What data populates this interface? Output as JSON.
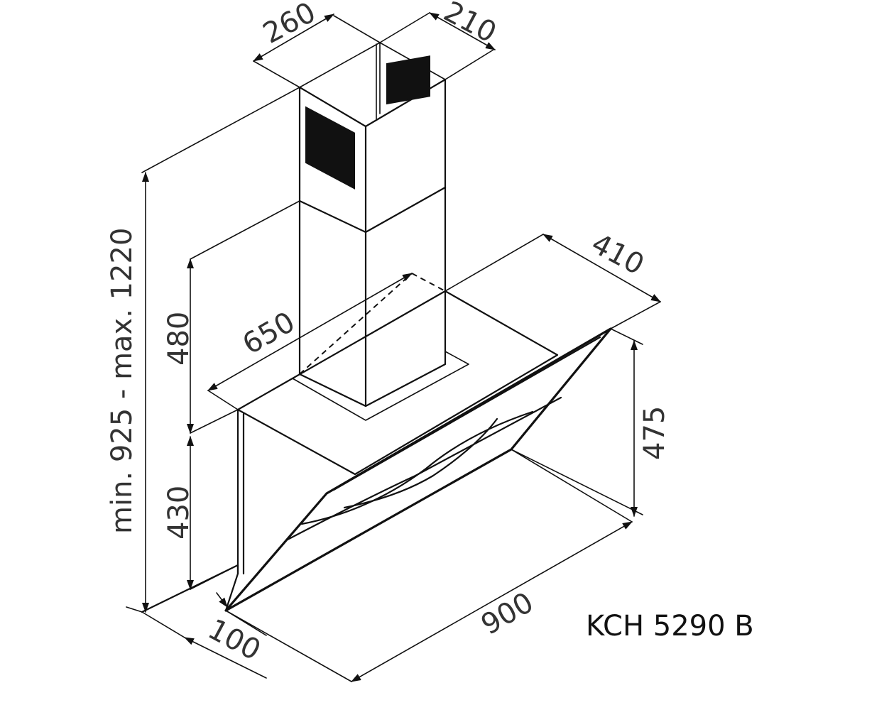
{
  "diagram": {
    "model": "KCH 5290 B",
    "dimensions": {
      "chimney_width": "260",
      "chimney_depth": "210",
      "height_range": "min. 925 - max. 1220",
      "upper_height": "480",
      "lower_height": "430",
      "body_width": "650",
      "glass_depth": "410",
      "glass_height": "475",
      "total_width": "900",
      "bottom_depth": "100"
    }
  }
}
